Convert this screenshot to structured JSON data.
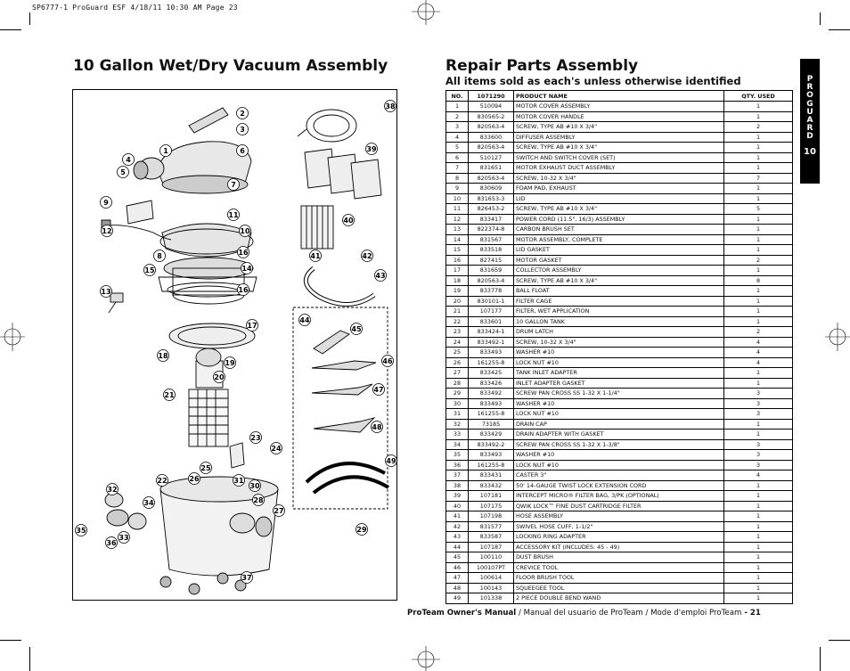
{
  "slug": "SP6777-1 ProGuard ESF  4/18/11  10:30 AM  Page 23",
  "left_title": "10 Gallon Wet/Dry Vacuum Assembly",
  "right_title": "Repair Parts Assembly",
  "subtitle": "All items sold as each's unless otherwise identified",
  "side_tab": {
    "letters": [
      "P",
      "R",
      "O",
      "G",
      "U",
      "A",
      "R",
      "D"
    ],
    "number": "10"
  },
  "table": {
    "headers": [
      "NO.",
      "1071290",
      "PRODUCT NAME",
      "QTY. USED"
    ],
    "rows": [
      [
        "1",
        "510094",
        "MOTOR COVER ASSEMBLY",
        "1"
      ],
      [
        "2",
        "830565-2",
        "MOTOR COVER HANDLE",
        "1"
      ],
      [
        "3",
        "820563-4",
        "SCREW, TYPE AB #10 X 3/4\"",
        "2"
      ],
      [
        "4",
        "833600",
        "DIFFUSER ASSEMBLY",
        "1"
      ],
      [
        "5",
        "820563-4",
        "SCREW, TYPE AB #10 X 3/4\"",
        "1"
      ],
      [
        "6",
        "510127",
        "SWITCH AND SWITCH COVER (SET)",
        "1"
      ],
      [
        "7",
        "831651",
        "MOTOR EXHAUST DUCT ASSEMBLY",
        "1"
      ],
      [
        "8",
        "820563-4",
        "SCREW, 10-32 X 3/4\"",
        "7"
      ],
      [
        "9",
        "830609",
        "FOAM PAD, EXHAUST",
        "1"
      ],
      [
        "10",
        "831653-3",
        "LID",
        "1"
      ],
      [
        "11",
        "826453-2",
        "SCREW, TYPE AB #10 X 3/4\"",
        "5"
      ],
      [
        "12",
        "833417",
        "POWER CORD (11.5\", 16/3) ASSEMBLY",
        "1"
      ],
      [
        "13",
        "822374-8",
        "CARBON BRUSH SET",
        "1"
      ],
      [
        "14",
        "831567",
        "MOTOR ASSEMBLY, COMPLETE",
        "1"
      ],
      [
        "15",
        "833518",
        "LID GASKET",
        "1"
      ],
      [
        "16",
        "827415",
        "MOTOR GASKET",
        "2"
      ],
      [
        "17",
        "831659",
        "COLLECTOR ASSEMBLY",
        "1"
      ],
      [
        "18",
        "820563-4",
        "SCREW, TYPE AB #10 X 3/4\"",
        "8"
      ],
      [
        "19",
        "833778",
        "BALL FLOAT",
        "1"
      ],
      [
        "20",
        "830101-1",
        "FILTER CAGE",
        "1"
      ],
      [
        "21",
        "107177",
        "FILTER, WET APPLICATION",
        "1"
      ],
      [
        "22",
        "833601",
        "10 GALLON TANK",
        "1"
      ],
      [
        "23",
        "833424-1",
        "DRUM LATCH",
        "2"
      ],
      [
        "24",
        "833492-1",
        "SCREW, 10-32 X 3/4\"",
        "4"
      ],
      [
        "25",
        "833493",
        "WASHER #10",
        "4"
      ],
      [
        "26",
        "161255-8",
        "LOCK NUT #10",
        "4"
      ],
      [
        "27",
        "833425",
        "TANK INLET ADAPTER",
        "1"
      ],
      [
        "28",
        "833426",
        "INLET ADAPTER GASKET",
        "1"
      ],
      [
        "29",
        "833492",
        "SCREW PAN CROSS SS 1-32 X 1-1/4\"",
        "3"
      ],
      [
        "30",
        "833493",
        "WASHER #10",
        "3"
      ],
      [
        "31",
        "161255-8",
        "LOCK NUT #10",
        "3"
      ],
      [
        "32",
        "73185",
        "DRAIN CAP",
        "1"
      ],
      [
        "33",
        "833429",
        "DRAIN ADAPTER WITH GASKET",
        "1"
      ],
      [
        "34",
        "833492-2",
        "SCREW PAN CROSS SS 1-32 X 1-3/8\"",
        "3"
      ],
      [
        "35",
        "833493",
        "WASHER #10",
        "3"
      ],
      [
        "36",
        "161255-8",
        "LOCK NUT #10",
        "3"
      ],
      [
        "37",
        "833431",
        "CASTER 3\"",
        "4"
      ],
      [
        "38",
        "833432",
        "50' 14-GAUGE TWIST LOCK EXTENSION CORD",
        "1"
      ],
      [
        "39",
        "107181",
        "INTERCEPT MICRO® FILTER BAG, 3/PK (OPTIONAL)",
        "1"
      ],
      [
        "40",
        "107175",
        "QWIK LOCK™ FINE DUST CARTRIDGE FILTER",
        "1"
      ],
      [
        "41",
        "107198",
        "HOSE ASSEMBLY",
        "1"
      ],
      [
        "42",
        "831577",
        "SWIVEL HOSE CUFF, 1-1/2\"",
        "1"
      ],
      [
        "43",
        "833587",
        "LOCKING RING ADAPTER",
        "1"
      ],
      [
        "44",
        "107187",
        "ACCESSORY KIT (INCLUDES: 45 - 49)",
        "1"
      ],
      [
        "45",
        "100110",
        "DUST BRUSH",
        "1"
      ],
      [
        "46",
        "100107PT",
        "CREVICE TOOL",
        "1"
      ],
      [
        "47",
        "100614",
        "FLOOR BRUSH TOOL",
        "1"
      ],
      [
        "48",
        "100143",
        "SQUEEGEE TOOL",
        "1"
      ],
      [
        "49",
        "101338",
        "2 PIECE DOUBLE BEND WAND",
        "1"
      ]
    ]
  },
  "callouts": [
    "1",
    "2",
    "3",
    "4",
    "5",
    "6",
    "7",
    "8",
    "9",
    "10",
    "11",
    "12",
    "13",
    "14",
    "15",
    "16",
    "16",
    "17",
    "18",
    "19",
    "20",
    "21",
    "22",
    "23",
    "24",
    "25",
    "26",
    "27",
    "28",
    "29",
    "30",
    "31",
    "32",
    "33",
    "34",
    "35",
    "36",
    "37",
    "38",
    "39",
    "40",
    "41",
    "42",
    "43",
    "44",
    "45",
    "46",
    "47",
    "48",
    "49"
  ],
  "footer": {
    "bold": "ProTeam Owner's Manual",
    "rest": "  /  Manual del usuario de ProTeam  /  Mode d'emploi ProTeam",
    "page": " - 21"
  }
}
